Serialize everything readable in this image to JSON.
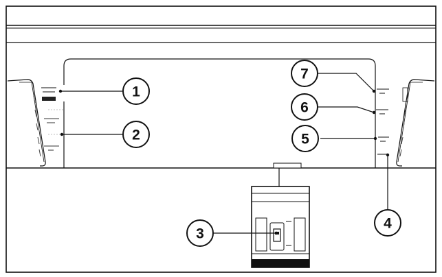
{
  "callouts": [
    {
      "id": "1",
      "label": "1"
    },
    {
      "id": "2",
      "label": "2"
    },
    {
      "id": "3",
      "label": "3"
    },
    {
      "id": "4",
      "label": "4"
    },
    {
      "id": "5",
      "label": "5"
    },
    {
      "id": "6",
      "label": "6"
    },
    {
      "id": "7",
      "label": "7"
    }
  ],
  "colors": {
    "line": "#111111",
    "panel": "#ffffff",
    "background": "#ffffff"
  }
}
